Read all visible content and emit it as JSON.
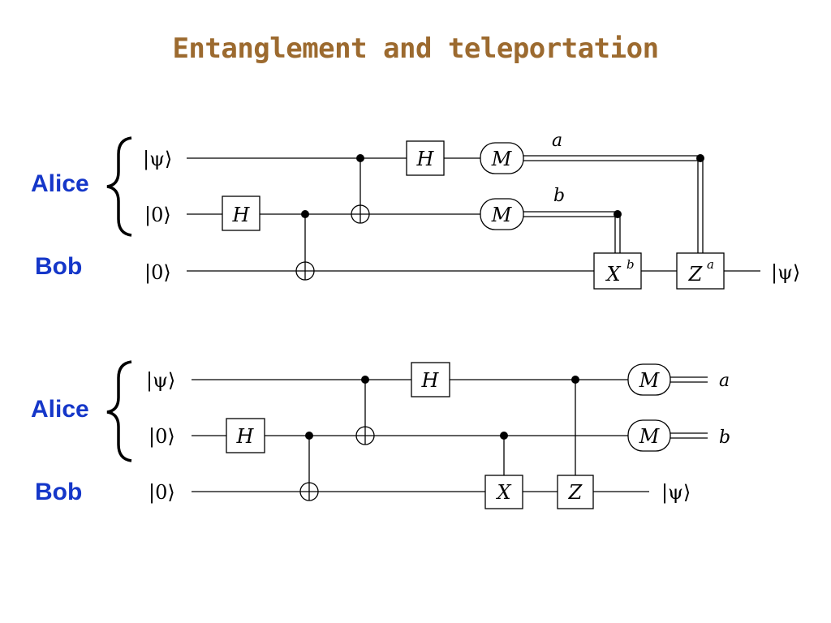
{
  "title": "Entanglement and teleportation",
  "colors": {
    "title": "#9c6a2f",
    "party": "#1537c9",
    "ink": "#000000"
  },
  "parties": {
    "alice": "Alice",
    "bob": "Bob"
  },
  "circuit1": {
    "inputs": [
      "|ψ⟩",
      "|0⟩",
      "|0⟩"
    ],
    "gates": {
      "h_top": "H",
      "h_mid": "H",
      "m_top": "M",
      "m_mid": "M",
      "x": "X",
      "x_sup": "b",
      "z": "Z",
      "z_sup": "a"
    },
    "classical": {
      "a": "a",
      "b": "b"
    },
    "output": "|ψ⟩"
  },
  "circuit2": {
    "inputs": [
      "|ψ⟩",
      "|0⟩",
      "|0⟩"
    ],
    "gates": {
      "h_top": "H",
      "h_mid": "H",
      "x": "X",
      "z": "Z",
      "m_top": "M",
      "m_mid": "M"
    },
    "outputs": {
      "a": "a",
      "b": "b",
      "psi": "|ψ⟩"
    }
  }
}
